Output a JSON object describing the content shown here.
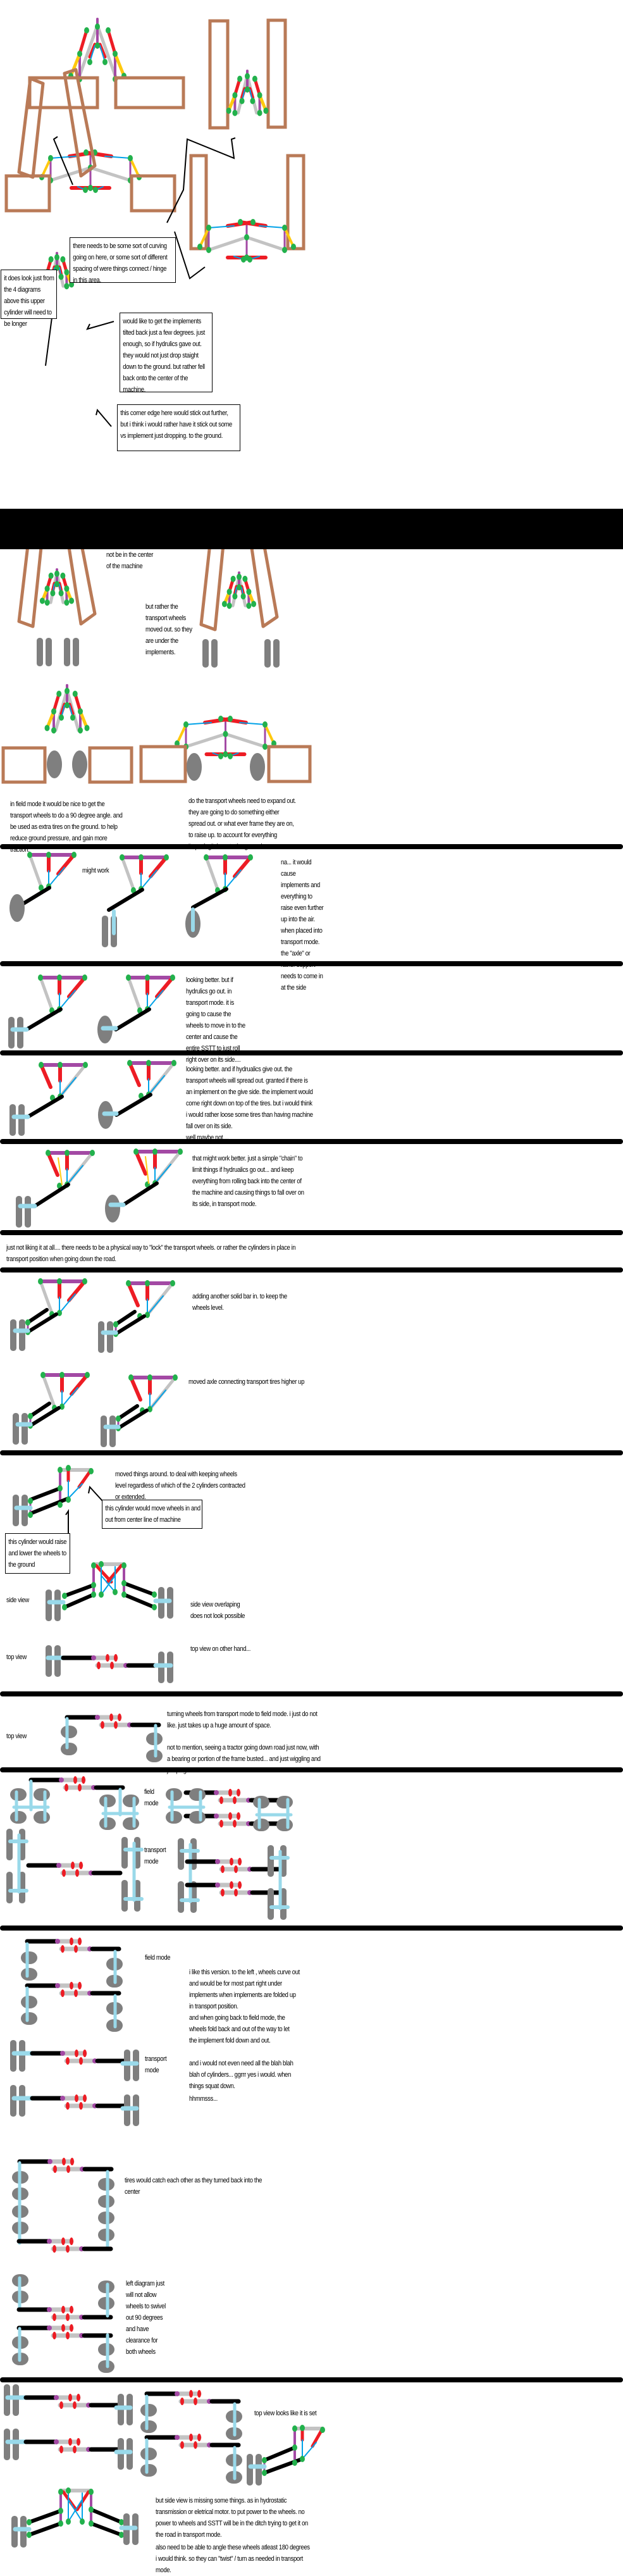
{
  "colors": {
    "implement_frame": "#b97a57",
    "link_purple": "#a349a4",
    "cylinder_red": "#ed1c24",
    "rod_blue": "#00a2e8",
    "pivot_green": "#22b14c",
    "link_yellow": "#ffc90e",
    "frame_gray": "#c3c3c3",
    "tire_gray": "#7f7f7f",
    "axle_lightblue": "#99d9ea",
    "arm_black": "#000000"
  },
  "section1": {
    "callout_curving": "there needs to be some sort of curving going on here, or some sort of different spacing of were things connect / hinge in this area.",
    "callout_upper_cylinder": "it does look just from the 4 diagrams above this upper cylinder will need to be longer",
    "callout_tilted": "would like to get the implements tilted back just a few degrees. just enough, so if hydrulics gave out. they would not just drop staight down to the ground. but rather fell back onto the center of the machine.",
    "callout_corner": "this corner edge here would stick out further, but i think i would rather have it stick out some vs implement just dropping.  to the ground."
  },
  "section2": {
    "note_transport_center": "in transport mode, the wheels should not be in the center of the machine",
    "note_moved_out": "but rather the transport wheels moved out. so they are under the implements.",
    "note_field_mode": "in field mode it would be nice to get the transport wheels to do a 90 degree angle. and be used as extra tires on the ground.  to help reduce ground pressure, and gain more traction.",
    "note_expand": "do the transport wheels need to expand out.  they are going to do something either spread out. or what ever frame they are on, to raise up. to account for everything \"squating\" down to the ground."
  },
  "section3": {
    "note_might_work": "might work",
    "note_na": "na... it would cause implements and everything to raise even further up into the air. when placed into transport mode. the \"axle\" or rather support needs to come in at the side"
  },
  "section4": {
    "note_looking_better_1": "looking better. but if hydrulics go out. in transport mode. it is going to cause the wheels to move in to the center and cause the entire SSTT to just roll right over on its side....",
    "note_looking_better_2": "looking better.  and if hydrualics give out. the transport wheels will spread out. granted if there is an implement on the give side. the implement would come right down on top of the tires. but i would think i would rather loose some tires than having machine fall over on its side.\nwell maybe not....",
    "note_chain": "that might work better. just a simple \"chain\"  to limit things if hydrualics go out... and keep everything from rolling back into the center of the machine and causing things to fall over on its side, in transport mode."
  },
  "section5": {
    "note_not_liking": "just not liking it at all.... there needs to be a physical way to \"lock\" the transport wheels. or rather the cylinders in place in transport position when going down the road.",
    "note_solid_bar": "adding another solid bar in. to keep the wheels level.",
    "note_axle_higher": "moved axle connecting transport tires higher up"
  },
  "section6": {
    "note_moved_things": "moved things around.  to deal with keeping wheels level regardless of which of the 2 cylinders contracted or extended.",
    "callout_in_out": "this cylinder would move wheels in and out from center line of machine",
    "callout_raise_lower": "this cylinder would raise and lower the wheels to the ground",
    "label_side_view": "side view",
    "note_overlap": "side view overlaping does not look possible",
    "label_top_view": "top view",
    "note_top_other": "top view on other hand..."
  },
  "section7": {
    "label_top_view": "top view",
    "note_turning": "turning wheels from transport mode to field mode. i just do not like. just takes up a huge amount of space.",
    "note_tractor": "not to mention, seeing a tractor going down road just now, with a bearing or portion of the frame busted... and just wiggling and jumping back and forth."
  },
  "section8": {
    "label_field_mode": "field\nmode",
    "label_transport_mode": "transport\nmode"
  },
  "section9": {
    "label_field_mode": "field mode",
    "label_transport_mode": "transport\nmode",
    "note_like_version": "i like this version. to the left , wheels curve out and would be for most part right under implements when implements are folded up in transport position.",
    "note_going_back": "and when going back to field mode, the wheels fold back and out of the way to let the implement fold down and out.",
    "note_blah": "and i would not even need all the blah blah blah of cylinders... ggrrr yes i would. when things squat down.",
    "note_hmm": "hhmmsss...",
    "note_tires_catch": "tires would catch each other as they turned back into the center",
    "note_left_diagram": "left diagram just will not allow wheels to swivel out 90 degrees and have clearance for both wheels"
  },
  "section10": {
    "note_top_set": "top view looks like it is set",
    "note_side_missing": "but side view is missing some things.  as in hydrostatic transmission or eletrical motor.   to put power to the wheels.    no power to wheels and SSTT will be in the ditch trying to get it on the road in transport mode.",
    "note_angle": "also need to be able to angle these wheels atleast 180 degrees i would think. so they can \"twist\" / turn as needed in transport mode."
  }
}
